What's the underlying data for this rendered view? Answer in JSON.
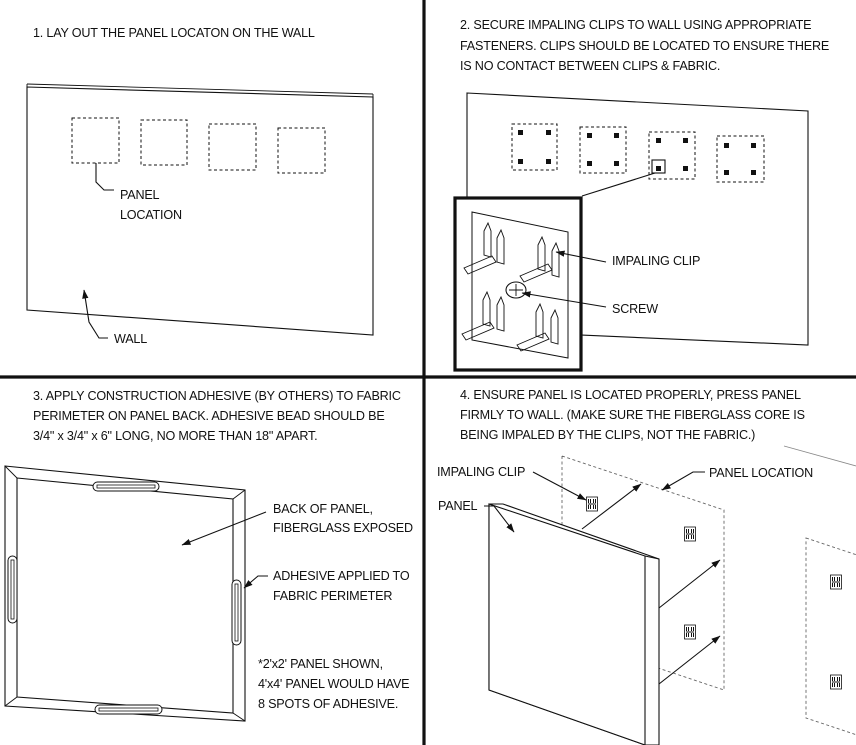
{
  "colors": {
    "ink": "#111111",
    "background": "#ffffff",
    "guide_dash": "#666666"
  },
  "step1": {
    "title": "1. LAY OUT THE PANEL LOCATON ON THE WALL",
    "panel_location_label": [
      "PANEL",
      "LOCATION"
    ],
    "wall_label": "WALL"
  },
  "step2": {
    "title": [
      "2. SECURE IMPALING CLIPS TO WALL USING APPROPRIATE",
      "FASTENERS. CLIPS SHOULD BE LOCATED TO ENSURE THERE",
      "IS NO CONTACT BETWEEN CLIPS & FABRIC."
    ],
    "impaling_clip_label": "IMPALING CLIP",
    "screw_label": "SCREW"
  },
  "step3": {
    "title": [
      "3. APPLY CONSTRUCTION ADHESIVE (BY OTHERS) TO FABRIC",
      "PERIMETER ON PANEL BACK.  ADHESIVE BEAD SHOULD BE",
      "3/4\" x 3/4\" x 6\" LONG, NO MORE THAN 18\" APART."
    ],
    "back_label": [
      "BACK OF PANEL,",
      "FIBERGLASS EXPOSED"
    ],
    "adhesive_label": [
      "ADHESIVE APPLIED TO",
      "FABRIC PERIMETER"
    ],
    "note": [
      "*2'x2' PANEL SHOWN,",
      "4'x4' PANEL WOULD HAVE",
      "8 SPOTS OF ADHESIVE."
    ]
  },
  "step4": {
    "title": [
      "4. ENSURE PANEL IS LOCATED PROPERLY, PRESS PANEL",
      "FIRMLY TO WALL.  (MAKE SURE THE FIBERGLASS CORE IS",
      "BEING IMPALED BY THE CLIPS, NOT THE FABRIC.)"
    ],
    "impaling_clip_label": "IMPALING CLIP",
    "panel_label": "PANEL",
    "panel_location_label": "PANEL LOCATION"
  }
}
